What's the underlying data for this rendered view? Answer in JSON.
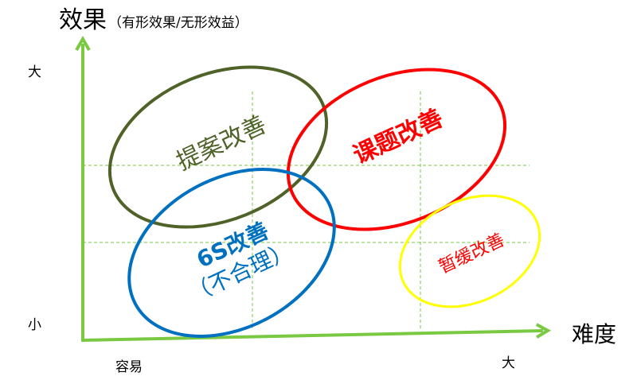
{
  "title": {
    "main": "效果",
    "sub": "（有形效果/无形效益）"
  },
  "y_axis": {
    "high": "大",
    "low": "小"
  },
  "x_axis": {
    "label": "难度",
    "low": "容易",
    "high": "大"
  },
  "regions": [
    {
      "label": "提案改善",
      "color": "#4f6228"
    },
    {
      "label": "课题改善",
      "color": "#ff0000"
    },
    {
      "label_line1": "6S改善",
      "label_line2": "（不合理）",
      "color": "#0070c0"
    },
    {
      "label": "暂缓改善",
      "color": "#ffff00",
      "text_color": "#ff0000"
    }
  ],
  "colors": {
    "axis": "#7ac943",
    "grid": "#7ac943"
  }
}
